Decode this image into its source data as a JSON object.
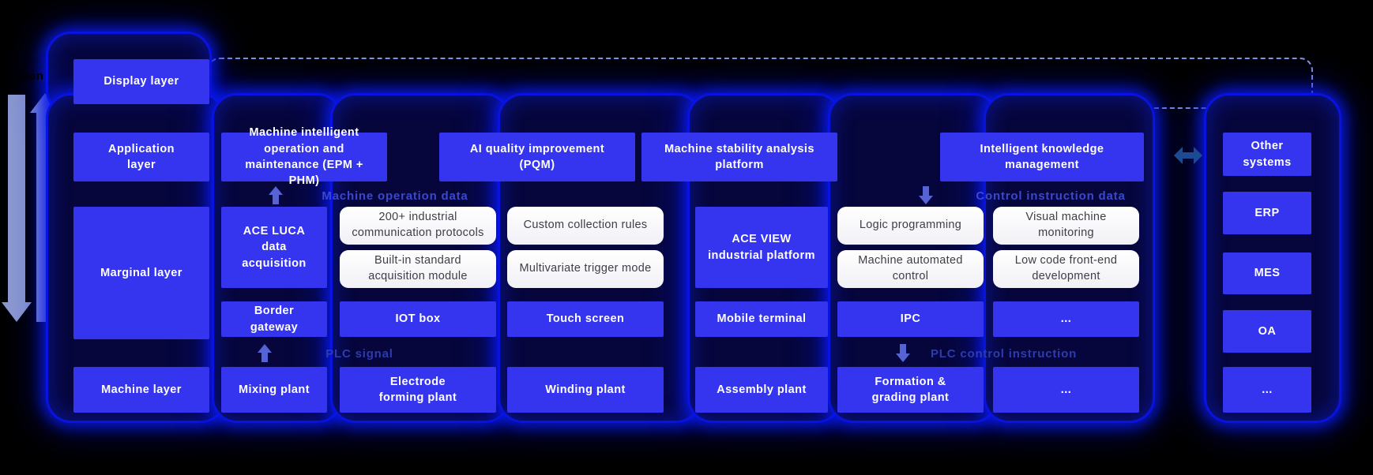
{
  "clipped_fragment": "tion",
  "layer_labels": {
    "display": "Display layer",
    "application": "Application layer",
    "marginal": "Marginal layer",
    "machine": "Machine layer"
  },
  "application_row": {
    "epm_phm": "Machine intelligent operation and maintenance (EPM + PHM)",
    "pqm": "AI quality improvement (PQM)",
    "stability": "Machine stability analysis platform",
    "knowledge": "Intelligent knowledge management",
    "other_systems": "Other systems"
  },
  "flow_labels": {
    "machine_operation_data": "Machine operation data",
    "control_instruction_data": "Control instruction data",
    "plc_signal": "PLC signal",
    "plc_control_instruction": "PLC control instruction"
  },
  "marginal": {
    "ace_luca": "ACE LUCA data acquisition",
    "luca_features": [
      "200+ industrial communication protocols",
      "Custom collection rules",
      "Built-in standard acquisition module",
      "Multivariate trigger mode"
    ],
    "ace_view": "ACE VIEW industrial platform",
    "view_features": [
      "Logic programming",
      "Visual machine monitoring",
      "Machine automated control",
      "Low code front-end development"
    ],
    "devices": [
      "Border gateway",
      "IOT box",
      "Touch screen",
      "Mobile terminal",
      "IPC",
      "..."
    ]
  },
  "machine_row": [
    "Mixing plant",
    "Electrode forming plant",
    "Winding plant",
    "Assembly plant",
    "Formation & grading plant",
    "...",
    "..."
  ],
  "external_systems": [
    "ERP",
    "MES",
    "OA",
    "..."
  ],
  "colors": {
    "background": "#000000",
    "box_blue": "#3535F0",
    "glow_blue": "#0913E0",
    "panel_navy": "#06063C",
    "white_box": "#FFFFFF",
    "flow_label_blue": "#3A48CC",
    "side_arrow_gray": "#8C9AD0",
    "double_arrow_blue": "#1C4B94",
    "dashed_border": "#7E96E2"
  }
}
